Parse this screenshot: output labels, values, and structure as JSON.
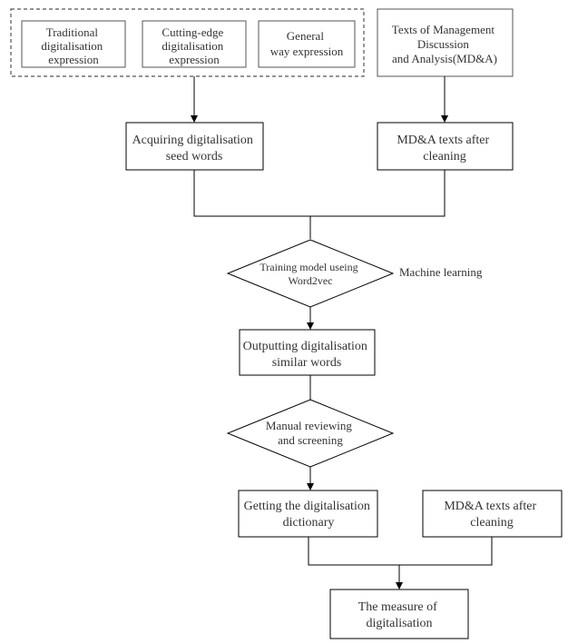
{
  "diagram": {
    "seed_group": {
      "traditional": [
        "Traditional",
        "digitalisation",
        "expression"
      ],
      "cutting_edge": [
        "Cutting-edge",
        "digitalisation",
        "expression"
      ],
      "general": [
        "General",
        "way expression"
      ]
    },
    "mda_source": [
      "Texts of Management",
      "Discussion",
      "and Analysis(MD&A)"
    ],
    "seed_words": [
      "Acquiring digitalisation",
      "seed words"
    ],
    "mda_cleaned_top": [
      "MD&A texts after",
      "cleaning"
    ],
    "training": [
      "Training model useing",
      "Word2vec"
    ],
    "machine_learning": "Machine learning",
    "similar_words": [
      "Outputting digitalisation",
      "similar words"
    ],
    "manual_review": [
      "Manual reviewing",
      "and screening"
    ],
    "dictionary": [
      "Getting the digitalisation",
      "dictionary"
    ],
    "mda_cleaned_bottom": [
      "MD&A texts after",
      "cleaning"
    ],
    "measure": [
      "The measure of",
      "digitalisation"
    ]
  }
}
